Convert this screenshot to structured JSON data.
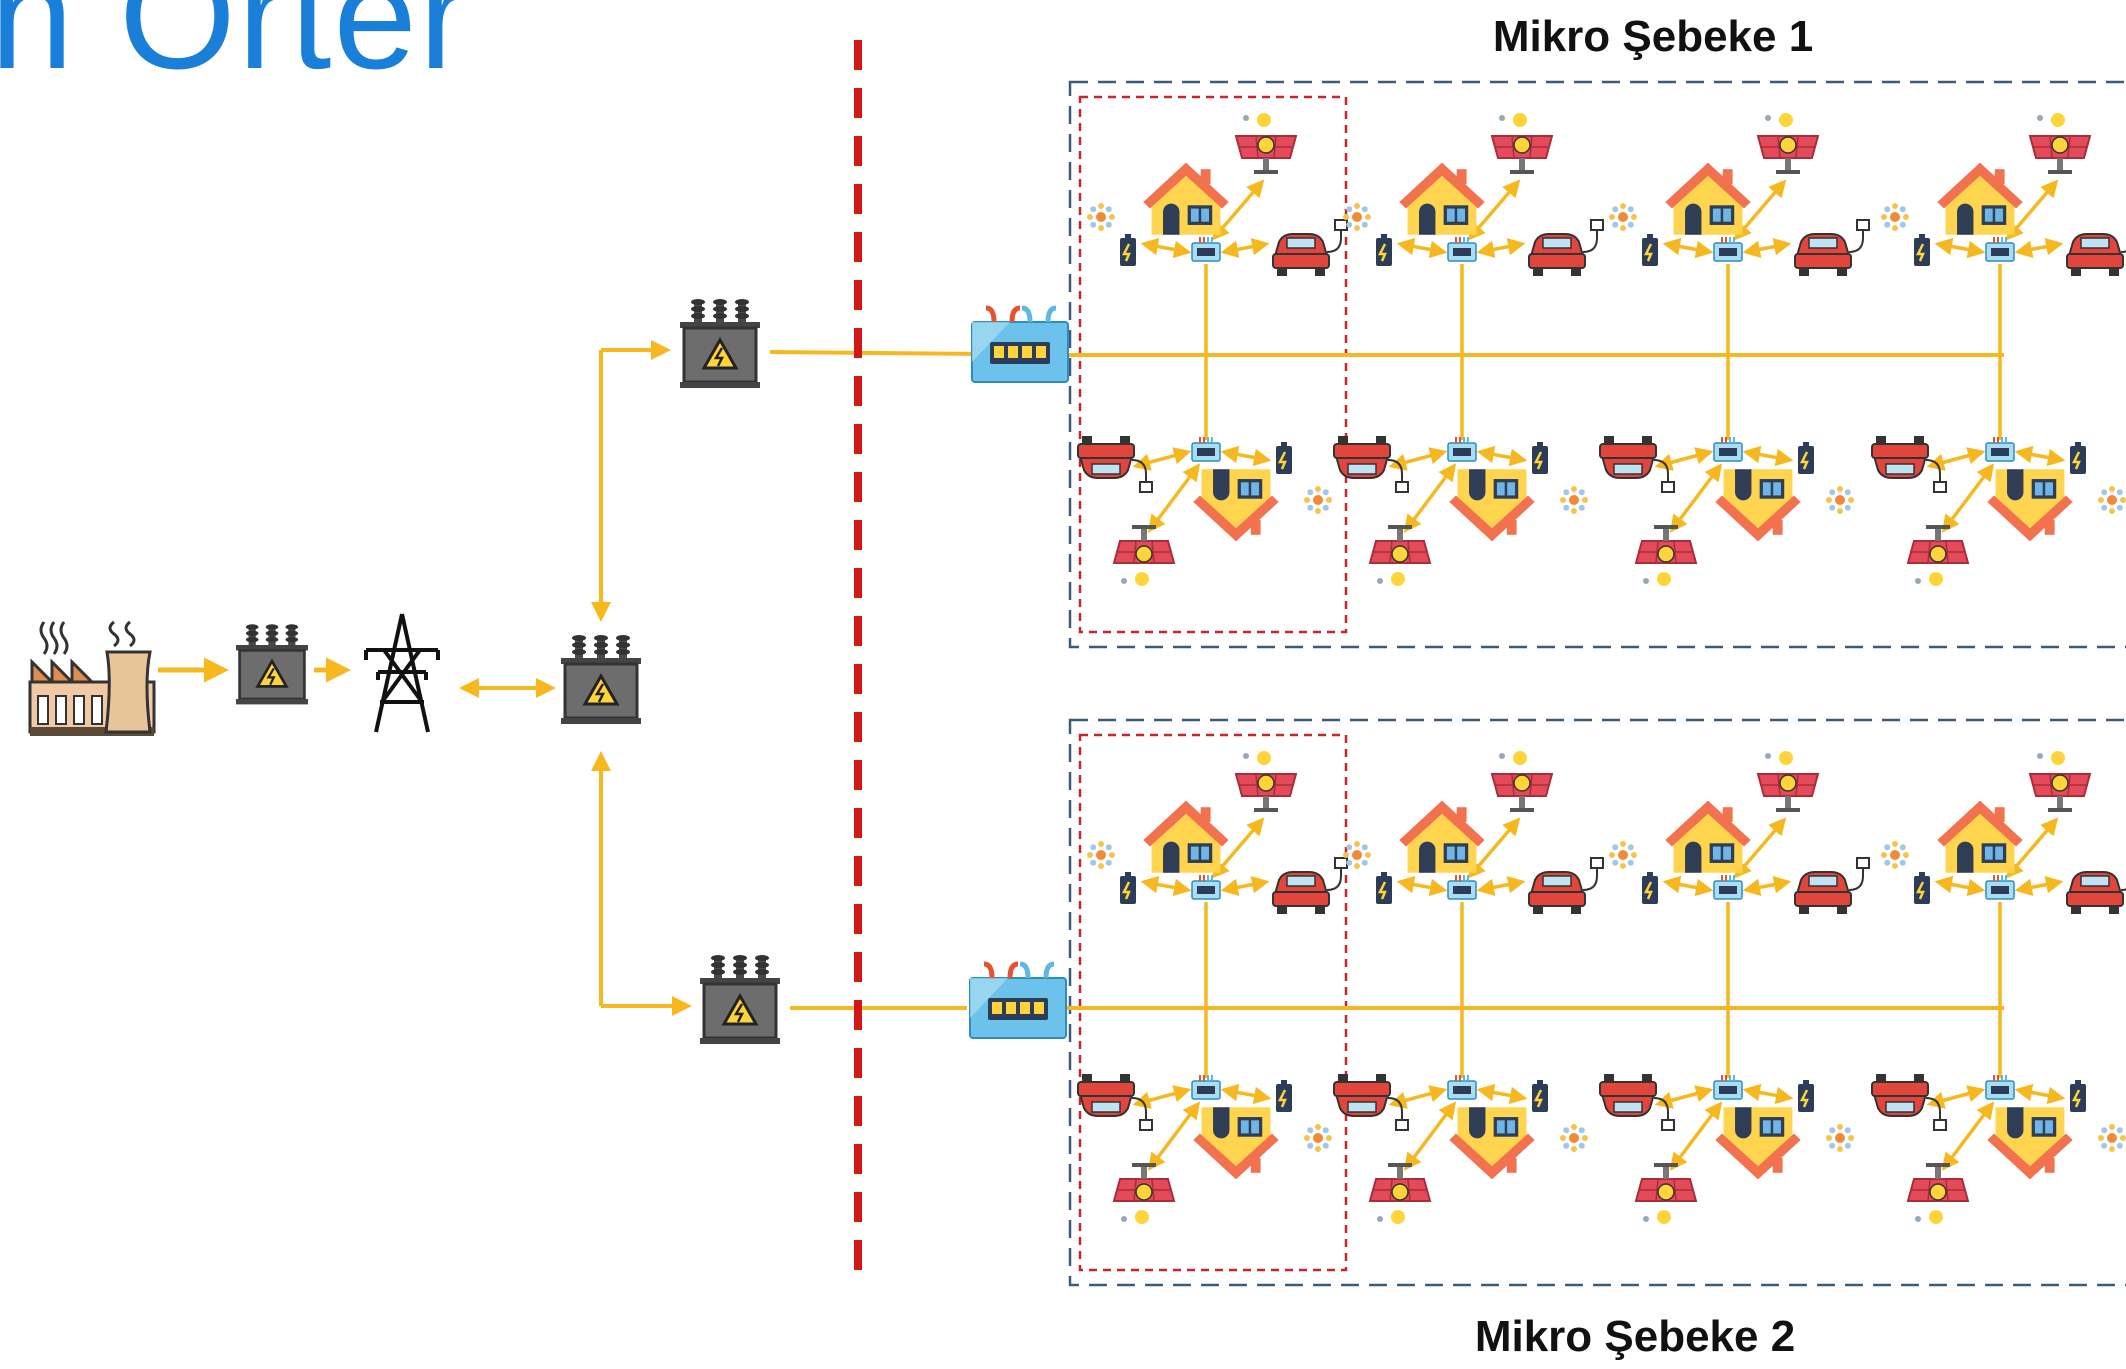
{
  "header_fragment": "n Orter",
  "microgrids": [
    {
      "title": "Mikro Şebeke 1"
    },
    {
      "title": "Mikro Şebeke 2"
    }
  ],
  "icons": {
    "plant": "power-plant-icon",
    "transformer": "transformer-icon",
    "tower": "transmission-tower-icon",
    "switch": "network-switch-icon",
    "house": "house-icon",
    "solar": "solar-panel-icon",
    "car": "electric-car-icon",
    "battery": "battery-icon",
    "meter": "smart-meter-icon",
    "wind": "wind-turbine-icon"
  },
  "colors": {
    "line": "#f6b81e",
    "boundary": "#d01818",
    "microgrid_border": "#3d5a7c",
    "house_cluster_border": "#c8262a",
    "roof": "#f2714e",
    "wall": "#ffd54f",
    "car": "#e2453c",
    "solar": "#e44a5a",
    "transformer": "#6d6d6d",
    "switch": "#6cc2ea"
  }
}
